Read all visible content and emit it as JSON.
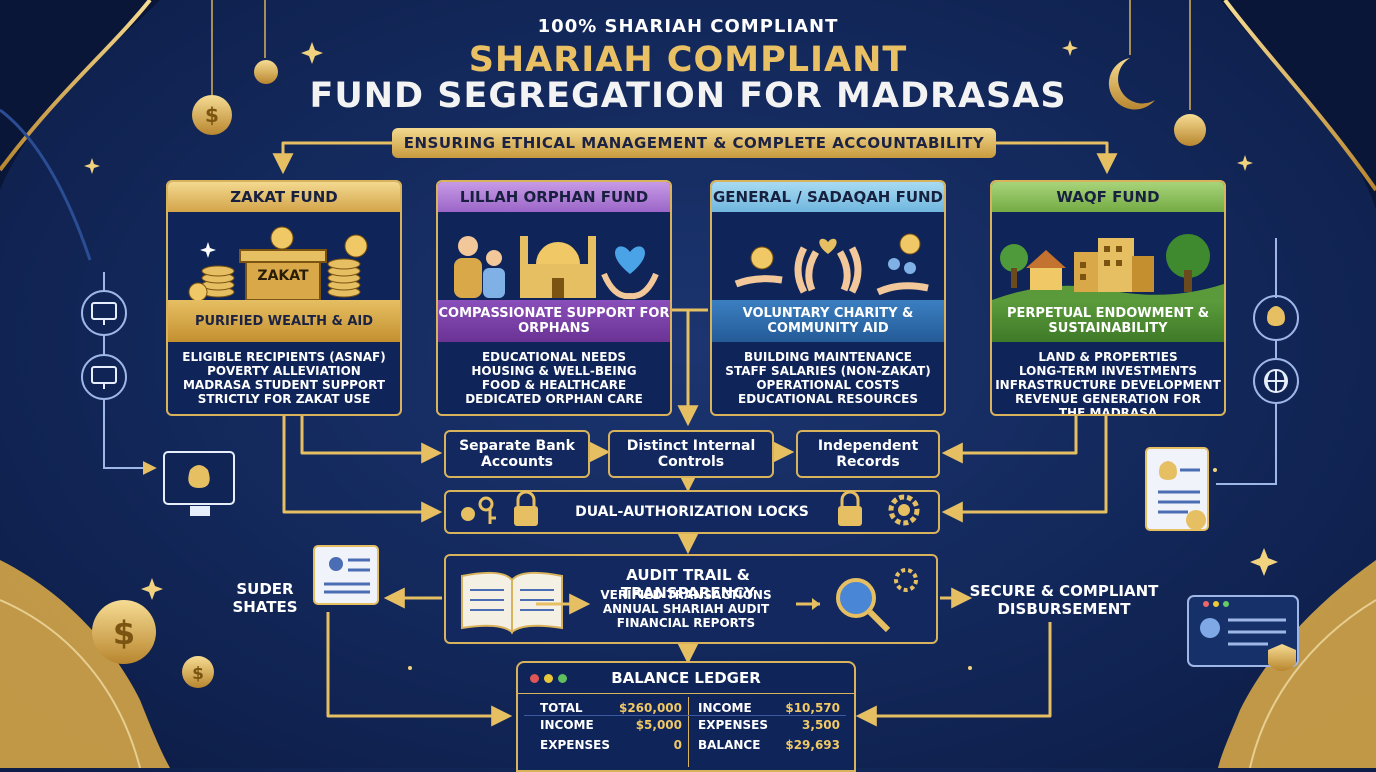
{
  "header": {
    "kicker": "100% SHARIAH COMPLIANT",
    "title_line1": "SHARIAH COMPLIANT",
    "title_line2": "FUND SEGREGATION FOR MADRASAS",
    "banner": "ENSURING ETHICAL MANAGEMENT & COMPLETE ACCOUNTABILITY"
  },
  "funds": [
    {
      "title": "ZAKAT FUND",
      "subtitle": "PURIFIED WEALTH & AID",
      "art_label": "ZAKAT",
      "items": [
        "ELIGIBLE RECIPIENTS (ASNAF)",
        "POVERTY ALLEVIATION",
        "MADRASA STUDENT SUPPORT",
        "STRICTLY FOR ZAKAT USE"
      ],
      "head_color": "#e6bf63",
      "sub_color": "#d9a848",
      "icon": "zakat-box-coins-icon"
    },
    {
      "title": "LILLAH ORPHAN FUND",
      "subtitle": "COMPASSIONATE SUPPORT FOR ORPHANS",
      "items": [
        "EDUCATIONAL NEEDS",
        "HOUSING & WELL-BEING",
        "FOOD & HEALTHCARE",
        "DEDICATED ORPHAN CARE"
      ],
      "head_color": "#b07cd6",
      "sub_color": "#7a3fa8",
      "icon": "orphans-mosque-heart-icon"
    },
    {
      "title": "GENERAL / SADAQAH FUND",
      "subtitle": "VOLUNTARY CHARITY & COMMUNITY AID",
      "items": [
        "BUILDING MAINTENANCE",
        "STAFF SALARIES (NON-ZAKAT)",
        "OPERATIONAL COSTS",
        "EDUCATIONAL RESOURCES"
      ],
      "head_color": "#7fc6e8",
      "sub_color": "#2f6fb0",
      "icon": "giving-hands-icon"
    },
    {
      "title": "WAQF FUND",
      "subtitle": "PERPETUAL ENDOWMENT & SUSTAINABILITY",
      "items": [
        "LAND & PROPERTIES",
        "LONG-TERM INVESTMENTS",
        "INFRASTRUCTURE DEVELOPMENT",
        "REVENUE GENERATION FOR",
        "THE MADRASA"
      ],
      "head_color": "#8fc15a",
      "sub_color": "#4f8a34",
      "icon": "buildings-tree-icon"
    }
  ],
  "controls": {
    "separate_bank": "Separate Bank Accounts",
    "internal_controls": "Distinct Internal Controls",
    "independent_records": "Independent Records",
    "dual_auth": "DUAL-AUTHORIZATION LOCKS"
  },
  "audit": {
    "title": "AUDIT TRAIL & TRANSPARENCY",
    "items": [
      "VERIFIED TRANSACTIONS",
      "ANNUAL SHARIAH AUDIT",
      "FINANCIAL REPORTS"
    ]
  },
  "side": {
    "left": "SUDER SHATES",
    "right": "SECURE & COMPLIANT DISBURSEMENT"
  },
  "ledger": {
    "title": "BALANCE LEDGER",
    "left": [
      {
        "label": "TOTAL",
        "value": "$260,000"
      },
      {
        "label": "INCOME",
        "value": "$5,000"
      },
      {
        "label": "EXPENSES",
        "value": "0"
      }
    ],
    "right": [
      {
        "label": "INCOME",
        "value": "$10,570"
      },
      {
        "label": "EXPENSES",
        "value": "3,500"
      },
      {
        "label": "BALANCE",
        "value": "$29,693"
      }
    ]
  },
  "colors": {
    "gold": "#d9b25c",
    "navy": "#142a5e"
  }
}
